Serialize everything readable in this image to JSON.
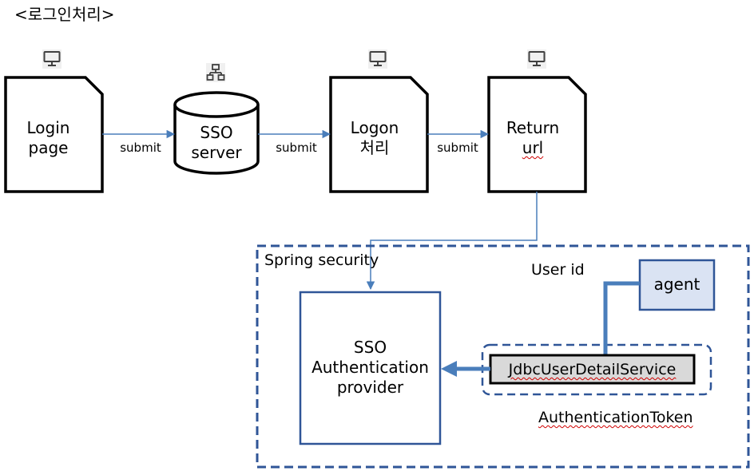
{
  "title": "<로그인처리>",
  "nodes": {
    "login": {
      "line1": "Login",
      "line2": "page",
      "icon": "monitor-icon"
    },
    "sso": {
      "line1": "SSO",
      "line2": "server",
      "icon": "network-icon"
    },
    "logon": {
      "line1": "Logon",
      "line2": "처리",
      "icon": "monitor-icon"
    },
    "ret": {
      "line1": "Return",
      "line2": "url",
      "icon": "monitor-icon"
    }
  },
  "edges": {
    "submit1": "submit",
    "submit2": "submit",
    "submit3": "submit"
  },
  "spring": {
    "label": "Spring security",
    "provider": {
      "line1": "SSO",
      "line2": "Authentication",
      "line3": "provider"
    },
    "user_id": "User id",
    "agent": "agent",
    "jdbc": "JdbcUserDetailService",
    "token": "AuthenticationToken"
  },
  "colors": {
    "connector": "#4a7ebb",
    "dashed_border": "#2f5597",
    "agent_fill": "#dae3f3",
    "jdbc_fill": "#d9d9d9",
    "squiggle": "#d00000"
  }
}
